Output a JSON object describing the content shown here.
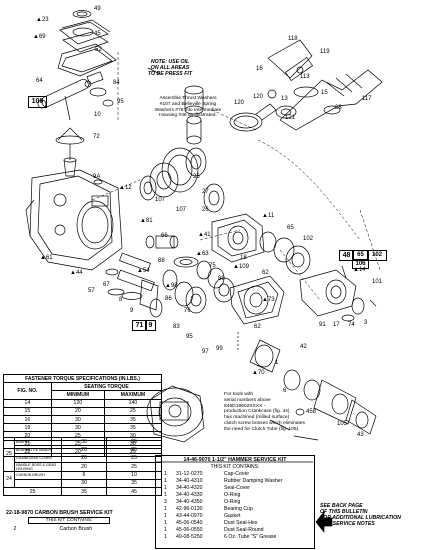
{
  "callouts": {
    "c49": "49",
    "c23": "▲23",
    "c69": "▲69",
    "c45": "45",
    "c52": "52",
    "c64": "64",
    "c100": "100",
    "c84": "84",
    "c95": "95",
    "c10": "10",
    "c72": "72",
    "c9a": "9A",
    "c61": "▲61",
    "c44": "▲44",
    "c12": "▲12",
    "c107": "107",
    "c25": "25",
    "c27": "27",
    "c107b": "107",
    "c26": "26",
    "c81": "▲81",
    "c66": "66",
    "c88": "88",
    "c67": "67",
    "c57": "57",
    "c8": "8",
    "c98": "▲98",
    "c86": "86",
    "c9": "9",
    "c71": "71",
    "c9b": "9",
    "c83": "83",
    "c76": "76",
    "c95b": "95",
    "c97": "97",
    "c99": "99",
    "c63": "▲63",
    "c75": "75",
    "c18": "18",
    "c11": "▲11",
    "c65": "65",
    "c102": "102",
    "c109": "▲109",
    "c62": "62",
    "c73": "▲73",
    "c48": "48",
    "c65b": "65",
    "c102b": "102",
    "c106": "106",
    "c14": "▲14",
    "c101": "101",
    "c91": "91",
    "c17": "17",
    "c74": "74",
    "c3": "3",
    "c118": "118",
    "c119": "119",
    "c16": "16",
    "c113": "113",
    "c120": "120",
    "c13": "13",
    "c121": "121",
    "c120b": "120",
    "c28": "28",
    "c117": "117",
    "c15": "15",
    "c70": "▲70",
    "c6": "6",
    "c458": "458",
    "c105": "105",
    "c43": "43",
    "c1": "1",
    "c62b": "62",
    "c42": "42",
    "c88b": "88",
    "c41": "▲41",
    "c54": "▲54"
  },
  "note_oil": "NOTE: USE OIL\nON ALL AREAS\nTO BE PRESS FIT",
  "assembly_note": "Assemble Thrust Washers\n#107 and Belleville Spring\nWashers #78 into Intermediate\nHousing #46 as illustrated.",
  "tools_note": "For tools with\nserial numbers above\n845D19602XXXX -\nproduction Crankcase (fig. 44)\nhas machined (milled surface)\nclutch screw bosses which eliminates\nthe need for Clutch Tube (fig. 105).",
  "torque": {
    "title": "FASTENER TORQUE SPECIFICATIONS (IN.LBS.)",
    "col_fig": "FIG. NO.",
    "col_seat": "SEATING TORQUE",
    "col_min": "MINIMUM",
    "col_max": "MAXIMUM",
    "rows": [
      [
        "14",
        "120",
        "140"
      ],
      [
        "15",
        "20",
        "25"
      ],
      [
        "16",
        "30",
        "35"
      ],
      [
        "19",
        "30",
        "35"
      ],
      [
        "20",
        "25",
        "30"
      ],
      [
        "21",
        "25",
        "30"
      ],
      [
        "22",
        "20",
        "25"
      ]
    ],
    "group25_label": "25",
    "group25": [
      [
        "BARREL",
        "30",
        "35"
      ],
      [
        "BEARING RETAINER",
        "20",
        "25"
      ],
      [
        "CRANKCASE COVER",
        "20",
        "25"
      ],
      [
        "HANDLE BOSS & GEAR HOUSING",
        "20",
        "25"
      ]
    ],
    "group24_label": "24",
    "group24": [
      [
        "CARBON BRUSH",
        "6",
        "10"
      ],
      [
        "",
        "30",
        "35"
      ]
    ],
    "last": [
      "25",
      "35",
      "45"
    ]
  },
  "hammer_kit": {
    "title": "14-46-9070 1-1/2\" HAMMER SERVICE KIT",
    "contains": "THIS KIT CONTAINS:",
    "rows": [
      [
        "1",
        "31-12-0270",
        "Cap-Cover"
      ],
      [
        "1",
        "34-40-4310",
        "Rubber Damping Washer"
      ],
      [
        "1",
        "34-40-4320",
        "Seal-Cover"
      ],
      [
        "1",
        "34-40-4330",
        "O-Ring"
      ],
      [
        "3",
        "34-40-4350",
        "O-Ring"
      ],
      [
        "1",
        "42-96-0130",
        "Bearing Cup"
      ],
      [
        "1",
        "43-44-0970",
        "Gasket"
      ],
      [
        "1",
        "45-06-0540",
        "Dust Seal-Hex"
      ],
      [
        "1",
        "45-06-0550",
        "Dust Seal-Round"
      ],
      [
        "1",
        "49-08-5250",
        "6 Oz. Tube \"S\" Grease"
      ]
    ]
  },
  "carbon_kit": {
    "title": "22-18-9870 CARBON BRUSH SERVICE KIT",
    "contains": "THIS KIT CONTAINS:",
    "row": [
      "2",
      "Carbon Brush"
    ]
  },
  "see_back": "SEE BACK PAGE\nOF THIS BULLETIN\nFOR ADDITIONAL LUBRICATION\nAND SERVICE NOTES"
}
